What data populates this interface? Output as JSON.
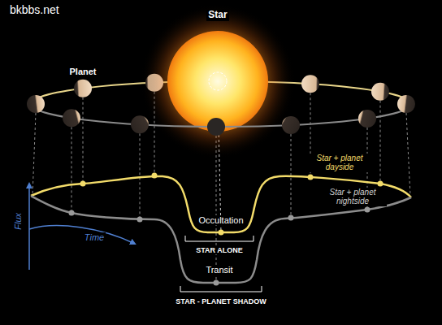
{
  "diagram": {
    "labels": [
      "bkbbs.net",
      "Star",
      "Planet",
      "Occultation",
      "Star + planet dayside",
      "Flux",
      "Star + planet nightside",
      "Time",
      "STAR ALONE",
      "Transit",
      "STAR - PLANET SHADOW"
    ]
  }
}
